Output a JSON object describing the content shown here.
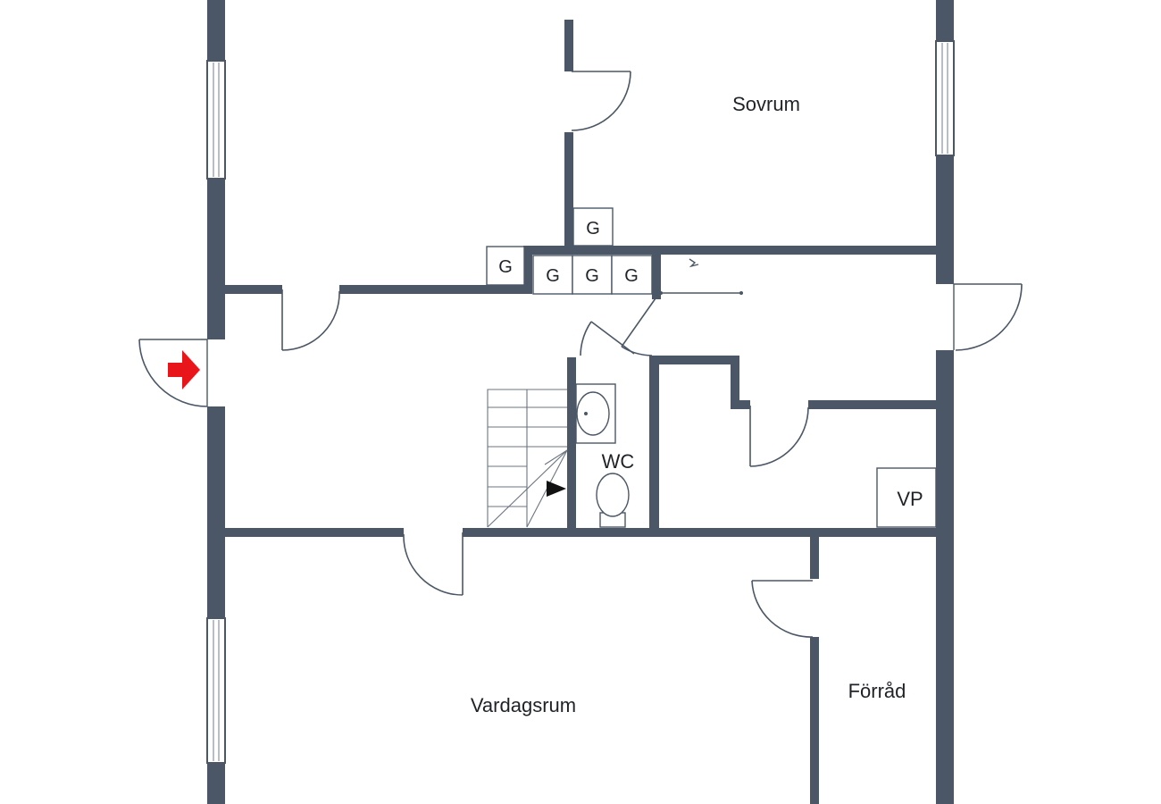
{
  "rooms": {
    "sovrum": "Sovrum",
    "vardagsrum": "Vardagsrum",
    "forrad": "Förråd",
    "wc": "WC",
    "vp": "VP"
  },
  "cabinet_label": "G",
  "colors": {
    "wall": "#4b5766",
    "entrance_arrow": "#e8151b",
    "background": "#ffffff"
  },
  "icons": [
    "entrance-arrow-icon",
    "stair-direction-arrow-icon",
    "washbasin-icon",
    "toilet-icon"
  ]
}
